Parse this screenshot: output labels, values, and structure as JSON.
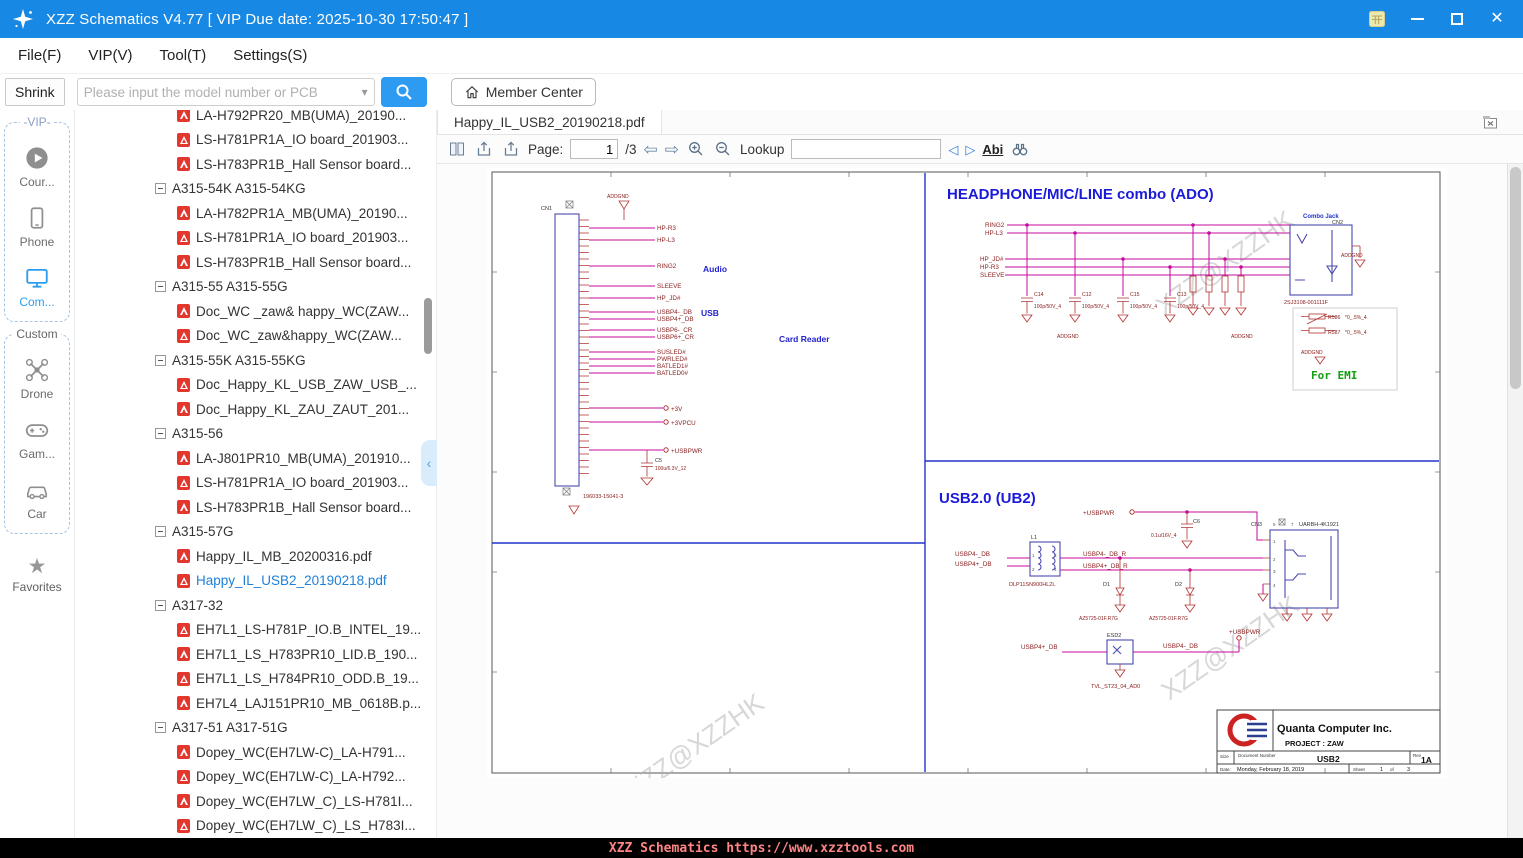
{
  "window": {
    "title": "XZZ Schematics V4.77 [ VIP Due date: 2025-10-30 17:50:47 ]"
  },
  "icons": {
    "close_glyph": "✕",
    "caret_glyph": "▾",
    "back_glyph": "⇦",
    "forward_glyph": "⇨",
    "prev_glyph": "◁",
    "next_glyph": "▷",
    "collapse_glyph": "‹",
    "star_glyph": "★"
  },
  "menu": {
    "items": [
      "File(F)",
      "VIP(V)",
      "Tool(T)",
      "Settings(S)"
    ]
  },
  "toolbar": {
    "shrink_label": "Shrink",
    "search_placeholder": "Please input the model number or PCB",
    "member_center_label": "Member Center"
  },
  "sidebar": {
    "vip_label": "-VIP-",
    "vip_items": [
      {
        "label": "Cour..."
      },
      {
        "label": "Phone"
      },
      {
        "label": "Com..."
      }
    ],
    "custom_label": "Custom",
    "custom_items": [
      {
        "label": "Drone"
      },
      {
        "label": "Gam..."
      },
      {
        "label": "Car"
      }
    ],
    "favorites_label": "Favorites"
  },
  "tree": {
    "items": [
      {
        "label": "LA-H792PR20_MB(UMA)_20190..."
      },
      {
        "label": "LS-H781PR1A_IO board_201903..."
      },
      {
        "label": "LS-H783PR1B_Hall Sensor board..."
      },
      {
        "label": "A315-54K A315-54KG"
      },
      {
        "label": "LA-H782PR1A_MB(UMA)_20190..."
      },
      {
        "label": "LS-H781PR1A_IO board_201903..."
      },
      {
        "label": "LS-H783PR1B_Hall Sensor board..."
      },
      {
        "label": "A315-55 A315-55G"
      },
      {
        "label": "Doc_WC _zaw& happy_WC(ZAW..."
      },
      {
        "label": "Doc_WC_zaw&happy_WC(ZAW..."
      },
      {
        "label": "A315-55K A315-55KG"
      },
      {
        "label": "Doc_Happy_KL_USB_ZAW_USB_..."
      },
      {
        "label": "Doc_Happy_KL_ZAU_ZAUT_201..."
      },
      {
        "label": "A315-56"
      },
      {
        "label": "LA-J801PR10_MB(UMA)_201910..."
      },
      {
        "label": "LS-H781PR1A_IO board_201903..."
      },
      {
        "label": "LS-H783PR1B_Hall Sensor board..."
      },
      {
        "label": "A315-57G"
      },
      {
        "label": "Happy_IL_MB_20200316.pdf"
      },
      {
        "label": "Happy_IL_USB2_20190218.pdf"
      },
      {
        "label": "A317-32"
      },
      {
        "label": "EH7L1_LS-H781P_IO.B_INTEL_19..."
      },
      {
        "label": "EH7L1_LS_H783PR10_LID.B_190..."
      },
      {
        "label": "EH7L1_LS_H784PR10_ODD.B_19..."
      },
      {
        "label": "EH7L4_LAJ151PR10_MB_0618B.p..."
      },
      {
        "label": "A317-51 A317-51G"
      },
      {
        "label": "Dopey_WC(EH7LW-C)_LA-H791..."
      },
      {
        "label": "Dopey_WC(EH7LW-C)_LA-H792..."
      },
      {
        "label": "Dopey_WC(EH7LW_C)_LS-H781I..."
      },
      {
        "label": "Dopey_WC(EH7LW_C)_LS_H783I..."
      },
      {
        "label": "Dopey_WC(EH7LW_C)_LS_H784I..."
      }
    ]
  },
  "tab": {
    "active_label": "Happy_IL_USB2_20190218.pdf"
  },
  "pdf_toolbar": {
    "page_label": "Page:",
    "page_value": "1",
    "page_total": "/3",
    "lookup_label": "Lookup",
    "abi_label": "Abi"
  },
  "schematic": {
    "watermark": "XZZ@XZZHK",
    "headphone_title": "HEADPHONE/MIC/LINE combo (ADO)",
    "usb_title": "USB2.0  (UB2)",
    "audio_label": "Audio",
    "usb_label": "USB",
    "card_reader_label": "Card Reader",
    "for_emi": "For EMI",
    "combo_jack": "Combo Jack",
    "addgnd": "ADDGND",
    "cn1": "CN1",
    "cn2": "CN2",
    "cn3": "CN3",
    "conn_part": "196033-15041-3",
    "jack_part": "2SJ3108-001111F",
    "usb_part": "UARBH-4K1921",
    "pins": [
      "HP-R3",
      "HP-L3",
      "RING2",
      "SLEEVE",
      "HP_JD#",
      "USBP4-_DB",
      "USBP4+_DB",
      "USBP6-_CR",
      "USBP6+_CR",
      "SUSLED#",
      "PWRLED#",
      "BATLED1#",
      "BATLED0#"
    ],
    "p3v": "+3V",
    "p3vpcu": "+3VPCU",
    "usbpwr": "+USBPWR",
    "c5": "C5",
    "c5_val": "100u/6.3V_12",
    "hp_sigs": [
      "RING2",
      "HP-L3",
      "HP_JD#",
      "HP-R3",
      "SLEEVE"
    ],
    "caps": [
      {
        "ref": "C14",
        "val": "100p/50V_4"
      },
      {
        "ref": "C12",
        "val": "100p/50V_4"
      },
      {
        "ref": "C15",
        "val": "100p/50V_4"
      },
      {
        "ref": "C13",
        "val": "100p/50V_4"
      }
    ],
    "r586": "R586",
    "r587": "R587",
    "r_val": "*0_.5%_4",
    "c6": "C6",
    "c6_val": "0.1u/16V_4",
    "l1": "L1",
    "l1_part": "DLP11SN900HL2L",
    "sig_l1": "USBP4-_DB",
    "sig_l2": "USBP4+_DB",
    "sig_r1": "USBP4-_DB_R",
    "sig_r2": "USBP4+_DB_R",
    "d1": "D1",
    "d2": "D2",
    "d_part": "AZ5725-01F.R7G",
    "esd2": "ESD2",
    "esd_part": "TVL_ST23_04_AD0",
    "esd_l": "USBP4+_DB",
    "esd_r": "USBP4-_DB",
    "pin5": "5",
    "pin7": "7",
    "pin1": "1",
    "pin2": "2",
    "pin3": "3",
    "pin4": "4"
  },
  "titleblock": {
    "company": "Quanta Computer Inc.",
    "project": "PROJECT : ZAW",
    "size_label": "Size",
    "doc_label": "Document Number",
    "doc_value": "USB2",
    "rev_label": "Rev",
    "rev_value": "1A",
    "date_label": "Date:",
    "date_value": "Monday, February 18, 2019",
    "sheet_label": "Sheet",
    "sheet_value": "1",
    "of_label": "of",
    "total_value": "3"
  },
  "statusbar": {
    "text": "XZZ Schematics https://www.xzztools.com"
  }
}
